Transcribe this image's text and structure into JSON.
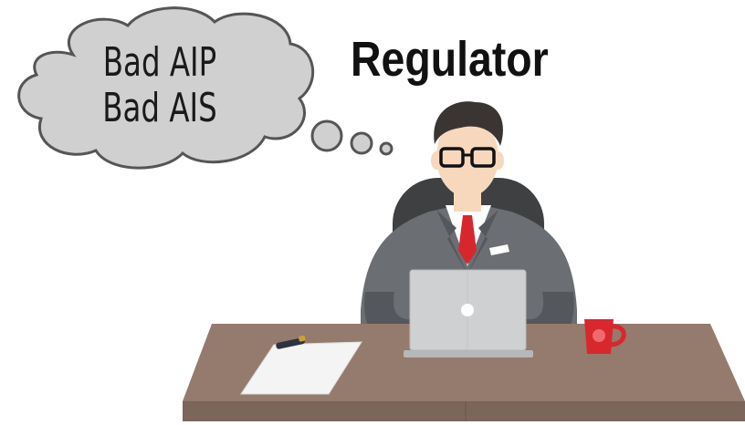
{
  "title": "Regulator",
  "thought": {
    "lines": [
      "Bad AIP",
      "Bad AIS"
    ]
  },
  "colors": {
    "cloud_fill": "#d0d0d0",
    "cloud_stroke": "#555555",
    "suit": "#6b6e72",
    "suit_dark": "#54575b",
    "chair": "#3e4042",
    "skin": "#f7d8bd",
    "hair": "#3a3533",
    "tie": "#d7272e",
    "laptop": "#cfd0d2",
    "desk": "#957a6e",
    "desk_edge": "#7c655b",
    "mug": "#d9272e",
    "paper": "#f4f4f4",
    "pen": "#2f3340"
  },
  "icons": [
    "thought-cloud-icon",
    "regulator-person-icon",
    "laptop-icon",
    "mug-icon",
    "paper-icon",
    "pen-icon"
  ]
}
